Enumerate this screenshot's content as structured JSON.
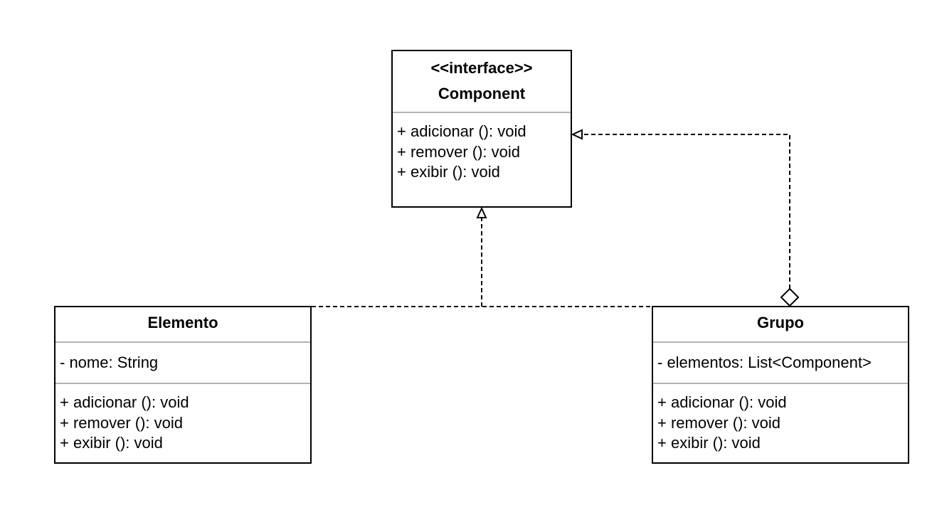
{
  "classes": {
    "component": {
      "stereotype": "<<interface>>",
      "name": "Component",
      "operations": [
        "+ adicionar (): void",
        "+ remover (): void",
        "+ exibir (): void"
      ]
    },
    "elemento": {
      "name": "Elemento",
      "attributes": [
        "- nome: String"
      ],
      "operations": [
        "+ adicionar (): void",
        "+ remover (): void",
        "+ exibir (): void"
      ]
    },
    "grupo": {
      "name": "Grupo",
      "attributes": [
        "- elementos: List<Component>"
      ],
      "operations": [
        "+ adicionar (): void",
        "+ remover (): void",
        "+ exibir (): void"
      ]
    }
  },
  "relationships": [
    {
      "type": "realization",
      "from": "Elemento",
      "to": "Component"
    },
    {
      "type": "realization",
      "from": "Grupo",
      "to": "Component"
    },
    {
      "type": "aggregation",
      "from": "Grupo",
      "to": "Component"
    }
  ]
}
